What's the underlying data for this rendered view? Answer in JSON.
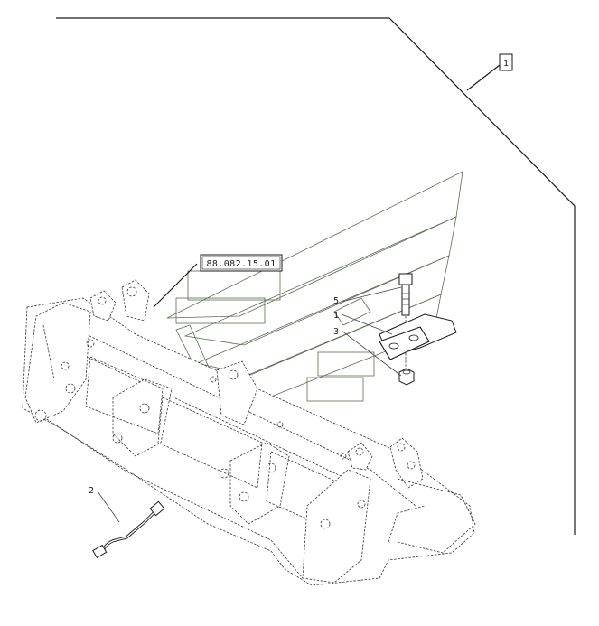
{
  "reference_code": "88.082.15.01",
  "group_label": "1",
  "callouts": {
    "c1": "1",
    "c2": "2",
    "c3": "3",
    "c5": "5"
  }
}
